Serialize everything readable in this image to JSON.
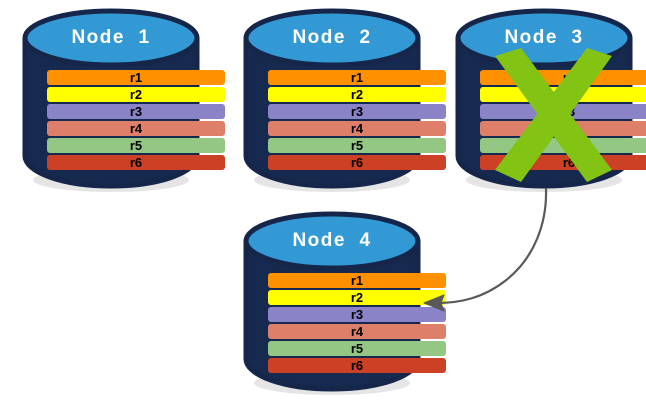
{
  "diagram": {
    "title_prefix": "Node",
    "background_color": "#ffffff",
    "cylinder_body_color": "#152A4E",
    "cylinder_top_color": "#3399D4",
    "cylinder_stroke_color": "#16264a",
    "xmark_color": "#82C313",
    "arrow_color": "#595959"
  },
  "rows_palette": [
    {
      "id": "r1",
      "label": "r1",
      "color": "#FF9100"
    },
    {
      "id": "r2",
      "label": "r2",
      "color": "#FFFF00"
    },
    {
      "id": "r3",
      "label": "r3",
      "color": "#8A83C8"
    },
    {
      "id": "r4",
      "label": "r4",
      "color": "#DE8069"
    },
    {
      "id": "r5",
      "label": "r5",
      "color": "#94C684"
    },
    {
      "id": "r6",
      "label": "r6",
      "color": "#CC4125"
    }
  ],
  "nodes": [
    {
      "key": "node-1",
      "title": "Node  1",
      "failed": false,
      "rows": [
        {
          "label": "r1",
          "color": "#FF9100"
        },
        {
          "label": "r2",
          "color": "#FFFF00"
        },
        {
          "label": "r3",
          "color": "#8A83C8"
        },
        {
          "label": "r4",
          "color": "#DE8069"
        },
        {
          "label": "r5",
          "color": "#94C684"
        },
        {
          "label": "r6",
          "color": "#CC4125"
        }
      ]
    },
    {
      "key": "node-2",
      "title": "Node  2",
      "failed": false,
      "rows": [
        {
          "label": "r1",
          "color": "#FF9100"
        },
        {
          "label": "r2",
          "color": "#FFFF00"
        },
        {
          "label": "r3",
          "color": "#8A83C8"
        },
        {
          "label": "r4",
          "color": "#DE8069"
        },
        {
          "label": "r5",
          "color": "#94C684"
        },
        {
          "label": "r6",
          "color": "#CC4125"
        }
      ]
    },
    {
      "key": "node-3",
      "title": "Node  3",
      "failed": true,
      "rows": [
        {
          "label": "r1",
          "color": "#FF9100"
        },
        {
          "label": "r2",
          "color": "#FFFF00"
        },
        {
          "label": "r3",
          "color": "#8A83C8"
        },
        {
          "label": "r4",
          "color": "#DE8069"
        },
        {
          "label": "r5",
          "color": "#94C684"
        },
        {
          "label": "r6",
          "color": "#CC4125"
        }
      ]
    },
    {
      "key": "node-4",
      "title": "Node  4",
      "failed": false,
      "rows": [
        {
          "label": "r1",
          "color": "#FF9100"
        },
        {
          "label": "r2",
          "color": "#FFFF00"
        },
        {
          "label": "r3",
          "color": "#8A83C8"
        },
        {
          "label": "r4",
          "color": "#DE8069"
        },
        {
          "label": "r5",
          "color": "#94C684"
        },
        {
          "label": "r6",
          "color": "#CC4125"
        }
      ]
    }
  ]
}
